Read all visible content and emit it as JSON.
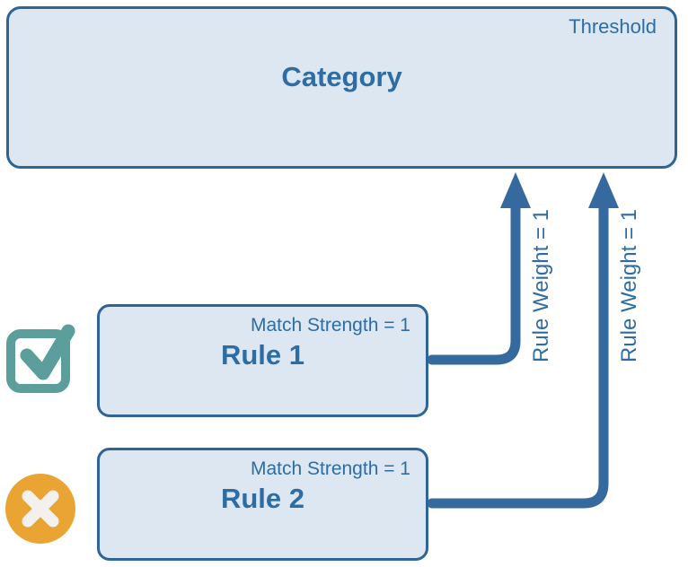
{
  "diagram": {
    "category_box": {
      "title": "Category",
      "corner_label": "Threshold"
    },
    "rules": [
      {
        "name": "Rule 1",
        "match_strength_label": "Match Strength = 1",
        "weight_label": "Rule Weight = 1",
        "status_icon": "checkmark-icon",
        "status": "matched"
      },
      {
        "name": "Rule 2",
        "match_strength_label": "Match Strength = 1",
        "weight_label": "Rule Weight = 1",
        "status_icon": "x-icon",
        "status": "not-matched"
      }
    ],
    "colors": {
      "box_fill": "#dce7f2",
      "box_border": "#2e6496",
      "text_blue": "#2e6da4",
      "arrow_blue": "#36699e",
      "check_teal": "#5b9e9b",
      "cross_orange": "#e9a434",
      "cross_glyph": "#f2f1ed"
    }
  }
}
